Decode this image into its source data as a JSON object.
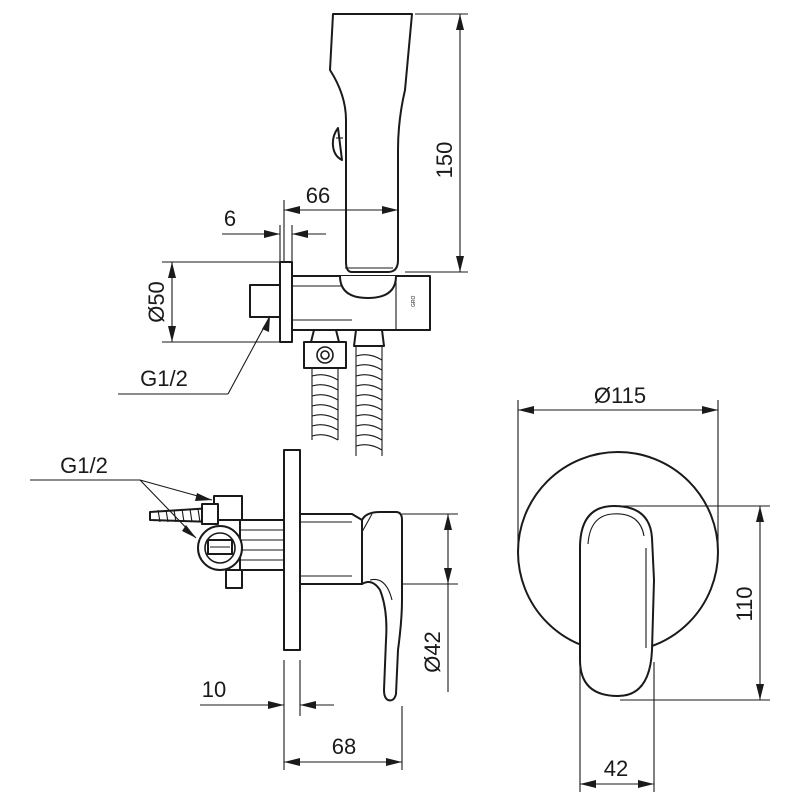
{
  "drawing": {
    "dimensions": {
      "handset_length": "150",
      "holder_offset": "66",
      "flange_thickness": "6",
      "outlet_diameter": "Ø50",
      "outlet_thread": "G1/2",
      "inlet_thread": "G1/2",
      "rosette_diameter": "Ø115",
      "lever_height": "110",
      "body_diameter": "Ø42",
      "rosette_thickness": "10",
      "projection_depth": "68",
      "lever_width": "42"
    },
    "marking": "GRO"
  }
}
